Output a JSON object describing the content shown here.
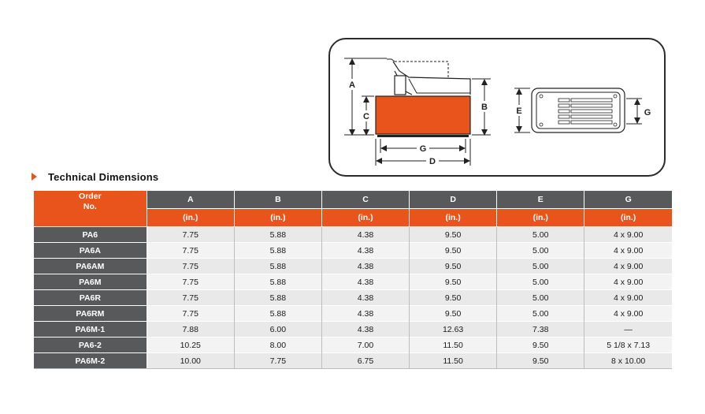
{
  "diagram": {
    "side_labels": [
      "A",
      "B",
      "C",
      "G",
      "D"
    ],
    "top_labels": [
      "E",
      "G"
    ],
    "colors": {
      "body": "#e8541c",
      "outline": "#222222"
    }
  },
  "heading": "Technical Dimensions",
  "table": {
    "order_header": "Order No.",
    "columns": [
      "A",
      "B",
      "C",
      "D",
      "E",
      "G"
    ],
    "unit": "(in.)",
    "rows": [
      {
        "order": "PA6",
        "values": [
          "7.75",
          "5.88",
          "4.38",
          "9.50",
          "5.00",
          "4 x 9.00"
        ]
      },
      {
        "order": "PA6A",
        "values": [
          "7.75",
          "5.88",
          "4.38",
          "9.50",
          "5.00",
          "4 x 9.00"
        ]
      },
      {
        "order": "PA6AM",
        "values": [
          "7.75",
          "5.88",
          "4.38",
          "9.50",
          "5.00",
          "4 x 9.00"
        ]
      },
      {
        "order": "PA6M",
        "values": [
          "7.75",
          "5.88",
          "4.38",
          "9.50",
          "5.00",
          "4 x 9.00"
        ]
      },
      {
        "order": "PA6R",
        "values": [
          "7.75",
          "5.88",
          "4.38",
          "9.50",
          "5.00",
          "4 x 9.00"
        ]
      },
      {
        "order": "PA6RM",
        "values": [
          "7.75",
          "5.88",
          "4.38",
          "9.50",
          "5.00",
          "4 x 9.00"
        ]
      },
      {
        "order": "PA6M-1",
        "values": [
          "7.88",
          "6.00",
          "4.38",
          "12.63",
          "7.38",
          "—"
        ]
      },
      {
        "order": "PA6-2",
        "values": [
          "10.25",
          "8.00",
          "7.00",
          "11.50",
          "9.50",
          "5 1/8 x 7.13"
        ]
      },
      {
        "order": "PA6M-2",
        "values": [
          "10.00",
          "7.75",
          "6.75",
          "11.50",
          "9.50",
          "8 x 10.00"
        ]
      }
    ]
  },
  "colors": {
    "accent": "#e8541c",
    "header_gray": "#57595b",
    "cell_gray": "#e9e9e9"
  }
}
